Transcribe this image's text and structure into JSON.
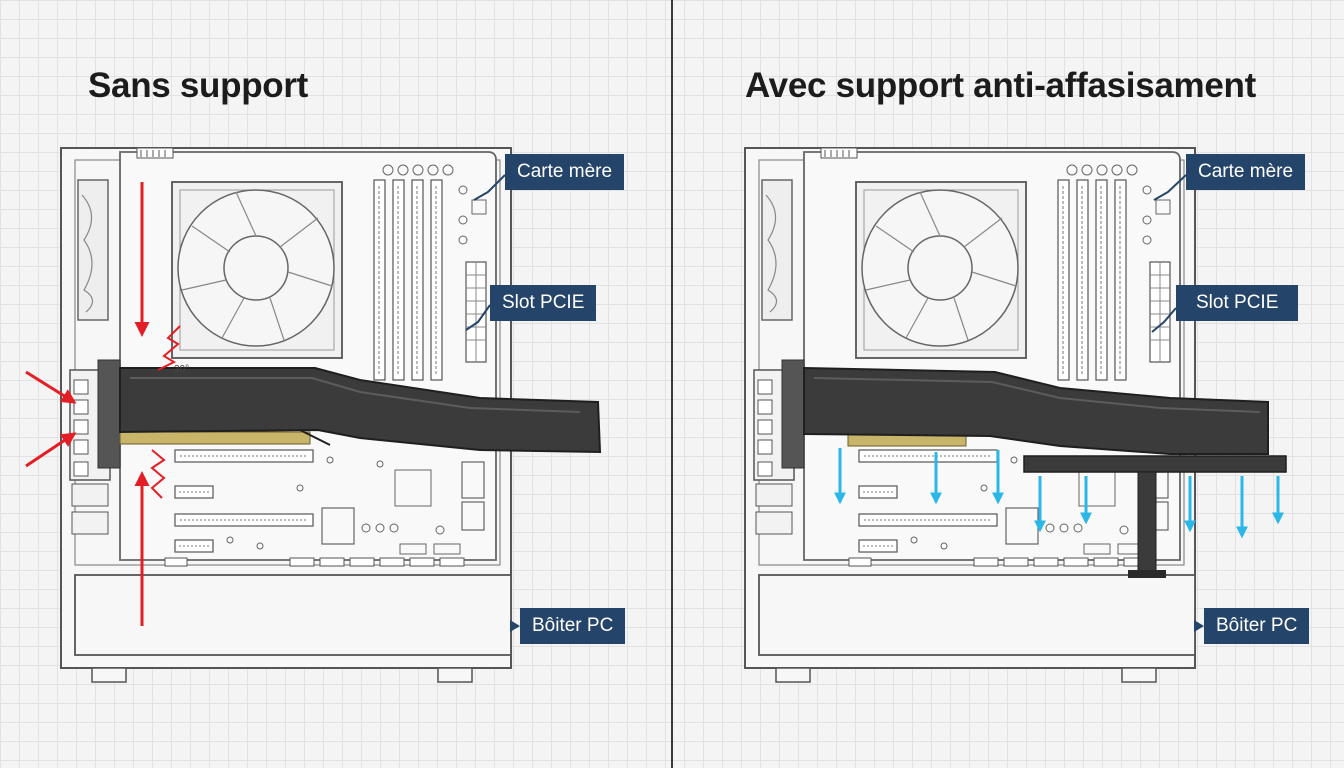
{
  "panels": {
    "left": {
      "title": "Sans support",
      "labels": {
        "motherboard": "Carte mère",
        "pcie_slot": "Slot PCIE",
        "case": "Bôiter PC"
      },
      "cooler_marking": "20°"
    },
    "right": {
      "title": "Avec support anti-affasisament",
      "labels": {
        "motherboard": "Carte mère",
        "pcie_slot": "Slot PCIE",
        "case": "Bôiter PC"
      }
    }
  },
  "colors": {
    "stress_arrow": "#e31e24",
    "support_arrow": "#2bb7e8",
    "label_bg": "#244469",
    "gpu": "#3b3b3b",
    "line": "#555555"
  }
}
